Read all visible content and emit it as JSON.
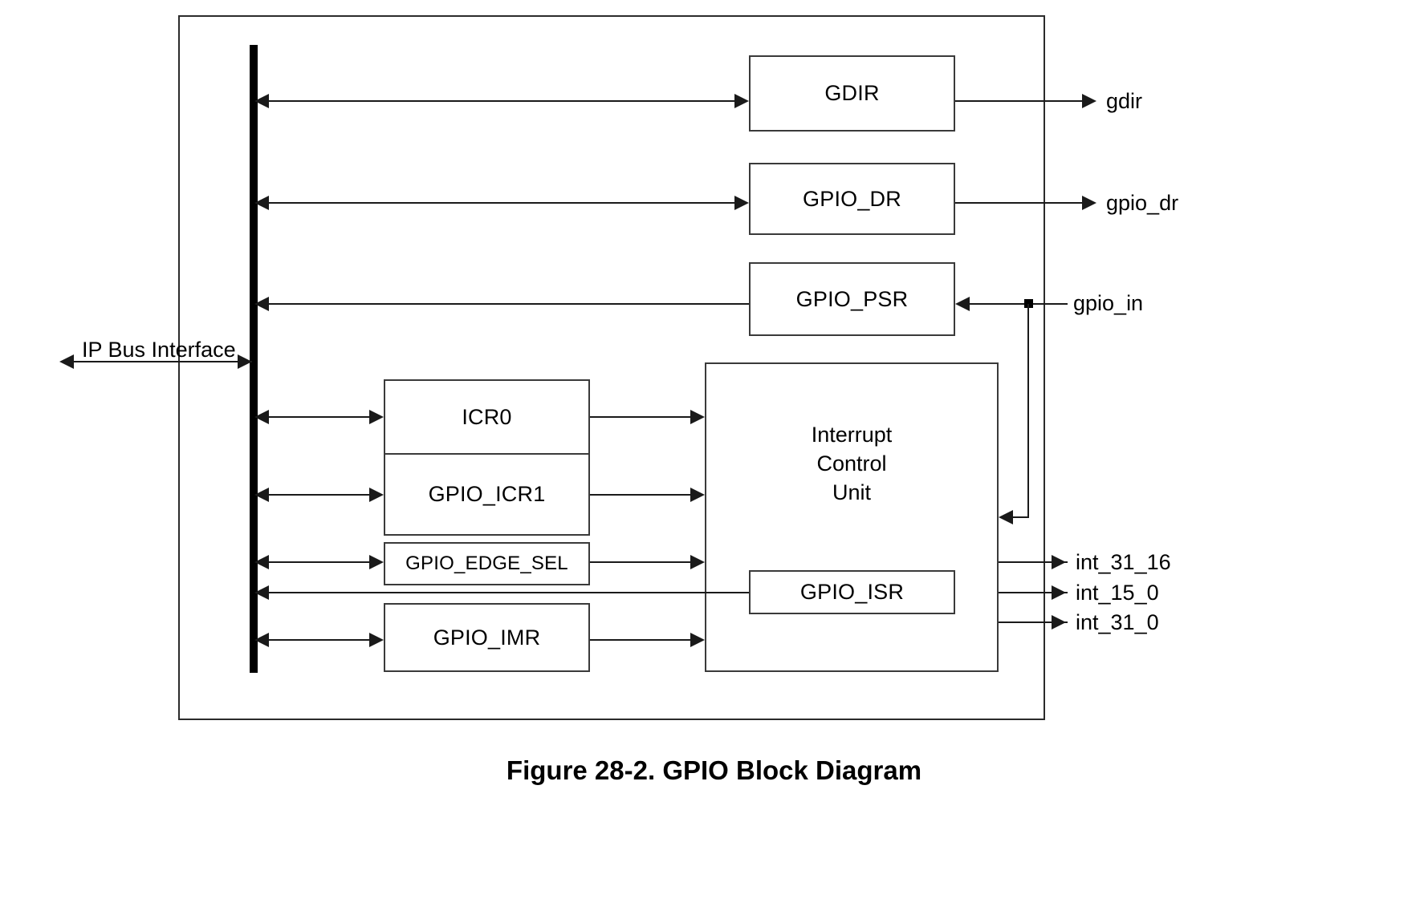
{
  "figure": {
    "caption": "Figure 28-2. GPIO Block Diagram"
  },
  "diagram": {
    "bus_label": "IP Bus Interface",
    "registers": [
      {
        "id": "gdir",
        "label": "GDIR",
        "bus_access": "read-write"
      },
      {
        "id": "gpio_dr",
        "label": "GPIO_DR",
        "bus_access": "read-write"
      },
      {
        "id": "gpio_psr",
        "label": "GPIO_PSR",
        "bus_access": "read-only"
      },
      {
        "id": "icr0",
        "label": "ICR0",
        "bus_access": "read-write"
      },
      {
        "id": "gpio_icr1",
        "label": "GPIO_ICR1",
        "bus_access": "read-write"
      },
      {
        "id": "gpio_edge_sel",
        "label": "GPIO_EDGE_SEL",
        "bus_access": "read-write"
      },
      {
        "id": "gpio_imr",
        "label": "GPIO_IMR",
        "bus_access": "read-write"
      },
      {
        "id": "gpio_isr",
        "label": "GPIO_ISR",
        "bus_access": "read-write"
      }
    ],
    "units": [
      {
        "id": "interrupt_control_unit",
        "lines": [
          "Interrupt",
          "Control",
          "Unit"
        ]
      }
    ],
    "signals": {
      "outputs": [
        {
          "id": "gdir_out",
          "label": "gdir"
        },
        {
          "id": "gpio_dr_out",
          "label": "gpio_dr"
        },
        {
          "id": "int_31_16",
          "label": "int_31_16"
        },
        {
          "id": "int_15_0",
          "label": "int_15_0"
        },
        {
          "id": "int_31_0",
          "label": "int_31_0"
        }
      ],
      "inputs": [
        {
          "id": "gpio_in",
          "label": "gpio_in"
        }
      ]
    },
    "colors": {
      "line": "#1a1a1a",
      "box_border": "#3a3a3a",
      "frame_border": "#2b2b2b",
      "bus_bar": "#000000",
      "background": "#ffffff",
      "text": "#000000"
    }
  }
}
